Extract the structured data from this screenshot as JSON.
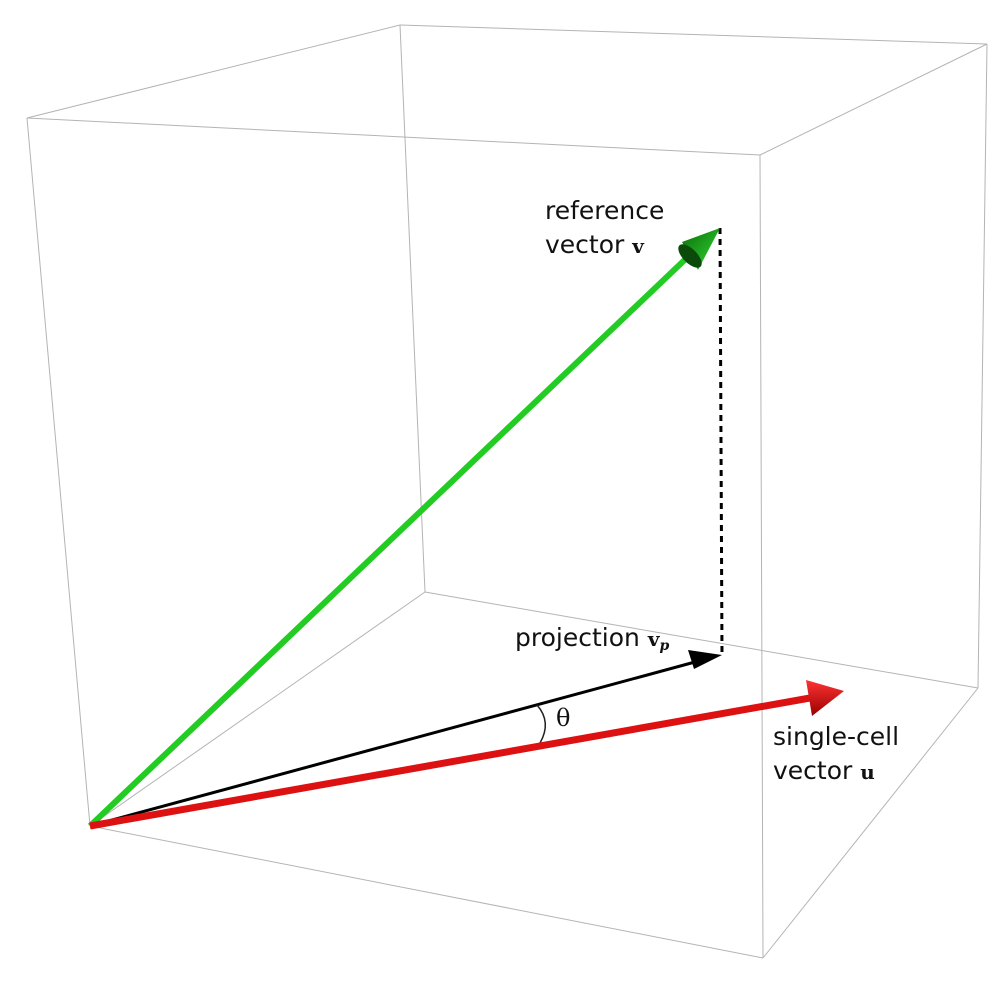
{
  "labels": {
    "reference_line1": "reference",
    "reference_line2": "vector",
    "reference_symbol": "v",
    "projection": "projection",
    "projection_symbol": "v",
    "projection_subscript": "p",
    "theta": "θ",
    "single_cell_line1": "single-cell",
    "single_cell_line2": "vector",
    "single_cell_symbol": "u"
  },
  "colors": {
    "reference_vector": "#22cc22",
    "single_cell_vector": "#dd1111",
    "projection_vector": "#000000",
    "cube_edges": "#b0b0b0"
  }
}
